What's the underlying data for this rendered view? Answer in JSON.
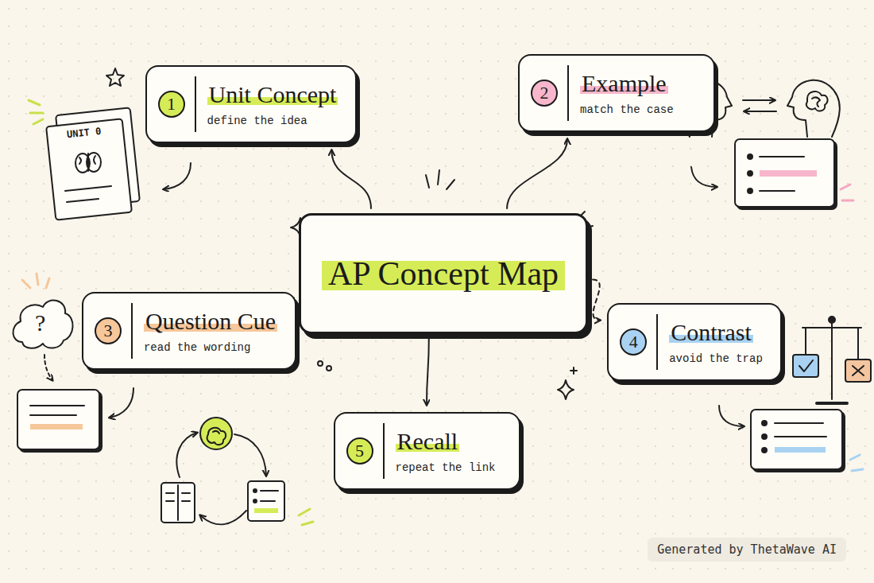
{
  "diagram": {
    "nodes": [
      {
        "text": [
          "Unit Concept",
          "define the idea"
        ]
      },
      {
        "text": [
          "1"
        ],
        "in": 0
      },
      {
        "text": [
          "Example",
          "match the case"
        ]
      },
      {
        "text": [
          "2"
        ],
        "in": 2
      },
      {
        "text": [
          "AP Concept Map"
        ]
      },
      {
        "text": [
          "Question Cue",
          "read the wording"
        ]
      },
      {
        "text": [
          "3"
        ],
        "in": 5
      },
      {
        "text": [
          "Contrast",
          "avoid the trap"
        ]
      },
      {
        "text": [
          "4"
        ],
        "in": 7
      },
      {
        "text": [
          "Recall",
          "repeat the link"
        ]
      },
      {
        "text": [
          "5"
        ],
        "in": 9
      }
    ],
    "edges": [
      {
        "from": 4,
        "to": 0,
        "arrow": "to"
      },
      {
        "from": 4,
        "to": 2,
        "arrow": "to"
      },
      {
        "from": 4,
        "to": 5,
        "arrow": "to"
      },
      {
        "from": 4,
        "to": 7,
        "arrow": "to"
      },
      {
        "from": 4,
        "to": 9,
        "arrow": "to"
      }
    ],
    "labels": [
      "UNIT 0",
      "?",
      "Generated by ThetaWave AI"
    ]
  }
}
